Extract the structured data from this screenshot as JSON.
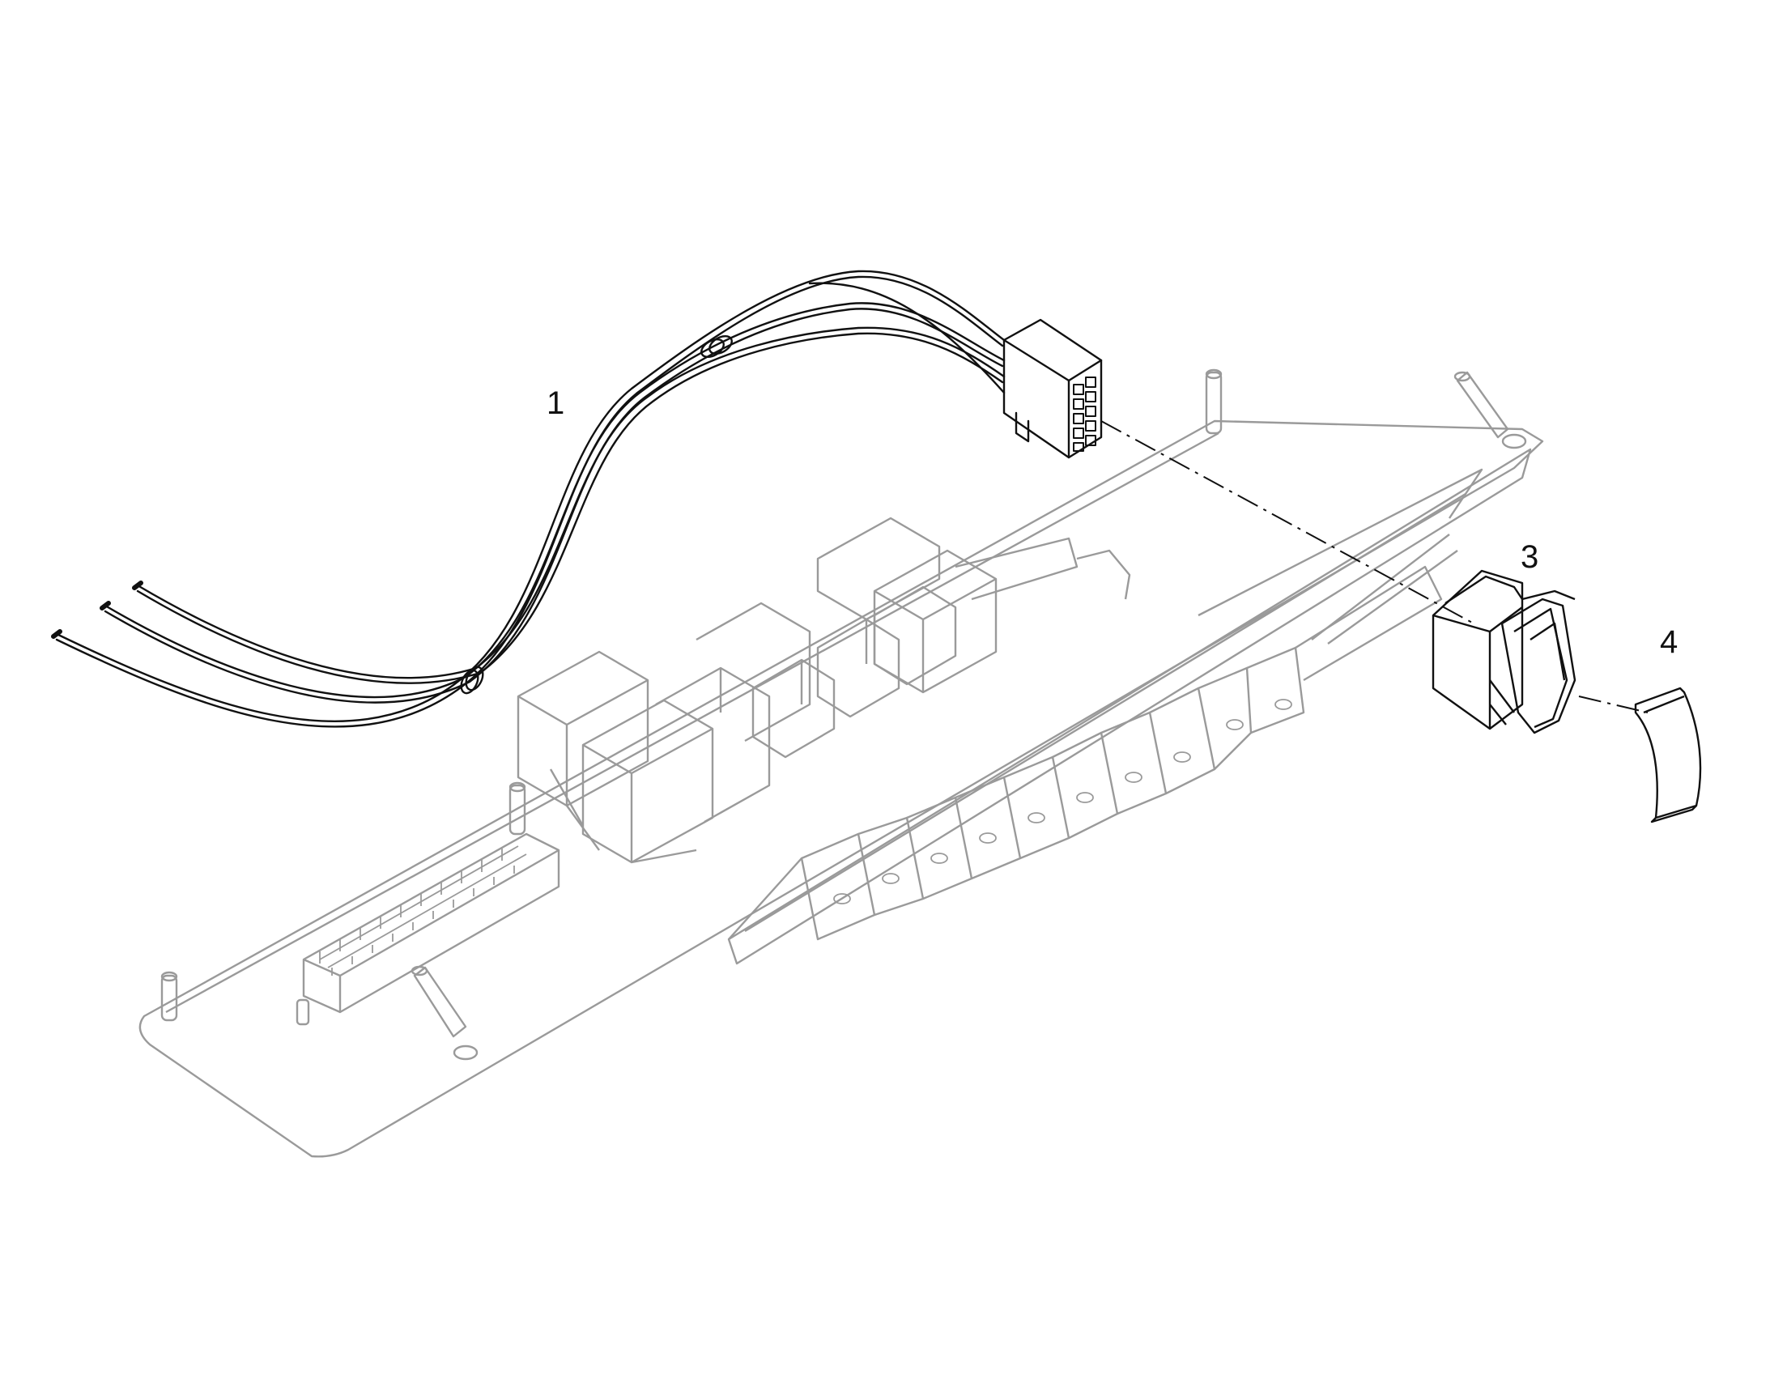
{
  "callouts": [
    {
      "id": "1",
      "text": "1"
    },
    {
      "id": "3",
      "text": "3"
    },
    {
      "id": "4",
      "text": "4"
    }
  ],
  "colors": {
    "ink": "#111111",
    "ghost": "#9a9a9a",
    "background": "#ffffff"
  }
}
